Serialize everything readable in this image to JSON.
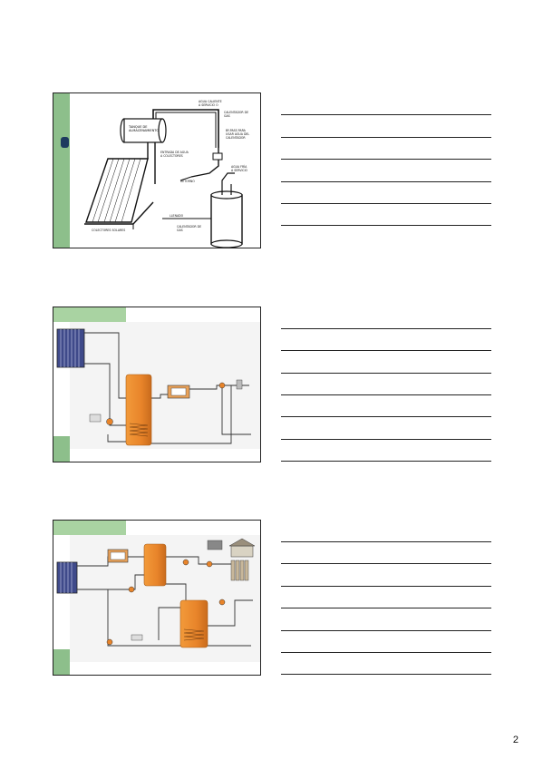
{
  "page": {
    "number": "2"
  },
  "slide1": {
    "labels": {
      "tank": "TANQUE DE\nALMACENAMIENTO",
      "hot_water_out": "AGUA CALIENTE\nA SERVICIO O\nCALENTADOR DE\nGAS",
      "cold_to_collectors": "ENTRADA DE AGUA\nA COLECTORES",
      "bypass": "BY-PASS PARA\nUSAR AGUA DEL\nCALENTADOR",
      "cold_in": "AGUA FRÍA\nA SERVICIO",
      "collectors": "COLECTORES SOLARES",
      "return": "RETORNO",
      "heater": "CALENTADOR DE\nGAS",
      "tank_label": "LLENADO"
    }
  },
  "slide2": {},
  "slide3": {}
}
